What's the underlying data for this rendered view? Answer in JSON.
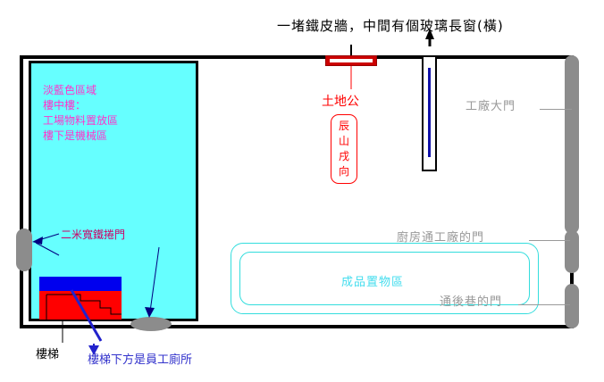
{
  "diagram": {
    "title_caption": "一堵鐵皮牆，中間有個玻璃長窗(橫)",
    "mezzanine": {
      "lines": [
        "淡藍色區域",
        "樓中樓：",
        "工場物料置放區",
        "樓下是機械區"
      ],
      "color": "#66FFFF",
      "text_color": "#FF33CC"
    },
    "rolling_door_label": "二米寬鐵捲門",
    "stairs": {
      "label": "樓梯",
      "note": "樓梯下方是員工廁所",
      "note_color": "#3333CC",
      "band_color": "#0000EE",
      "block_color": "#FF0000"
    },
    "shrine": {
      "title": "土地公",
      "orientation": "辰山戌向",
      "color": "#FF0000"
    },
    "storage": {
      "label": "成品置物區",
      "color": "#44DDEE"
    },
    "right_labels": [
      {
        "name": "factory-main-gate",
        "text": "工廠大門"
      },
      {
        "name": "kitchen-to-factory-door",
        "text": "廚房通工廠的門"
      },
      {
        "name": "back-alley-door",
        "text": "通後巷的門"
      }
    ],
    "label_color": "#999999"
  }
}
